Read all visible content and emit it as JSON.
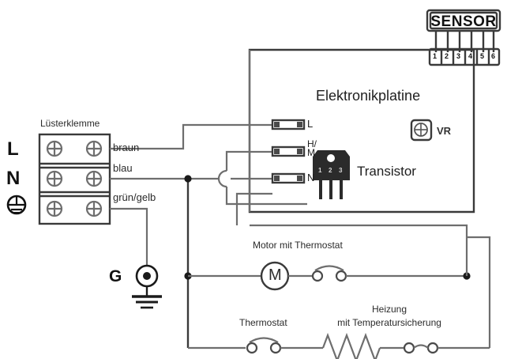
{
  "diagram": {
    "title_visible": false,
    "labels": {
      "terminal_block": "Lüsterklemme",
      "board": "Elektronikplatine",
      "sensor": "SENSOR",
      "transistor": "Transistor",
      "vr": "VR",
      "motor": "Motor mit Thermostat",
      "thermostat": "Thermostat",
      "heater_line1": "Heizung",
      "heater_line2": "mit Temperatursicherung",
      "ground": "G",
      "motor_symbol": "M"
    },
    "supply_terminals": [
      {
        "name": "L",
        "symbol": "L"
      },
      {
        "name": "N",
        "symbol": "N"
      },
      {
        "name": "PE",
        "symbol": "earth-icon"
      }
    ],
    "wires": [
      {
        "id": "brown",
        "label": "braun",
        "from": "L",
        "to": "board-L"
      },
      {
        "id": "blue",
        "label": "blau",
        "from": "N",
        "to": "board-N"
      },
      {
        "id": "green_yellow",
        "label": "grün/gelb",
        "from": "PE",
        "to": "G"
      }
    ],
    "board_terminals": [
      {
        "id": "L",
        "label": "L"
      },
      {
        "id": "HM",
        "label_line1": "H/",
        "label_line2": "M"
      },
      {
        "id": "N",
        "label": "N"
      }
    ],
    "sensor_pins": [
      "1",
      "2",
      "3",
      "4",
      "5",
      "6"
    ],
    "transistor_pins": [
      "1",
      "2",
      "3"
    ],
    "colors": {
      "line": "#6e6e6e",
      "line_dark": "#3a3a3a",
      "text": "#1f1f1f",
      "body": "#2b2b2b",
      "background": "#ffffff"
    }
  }
}
